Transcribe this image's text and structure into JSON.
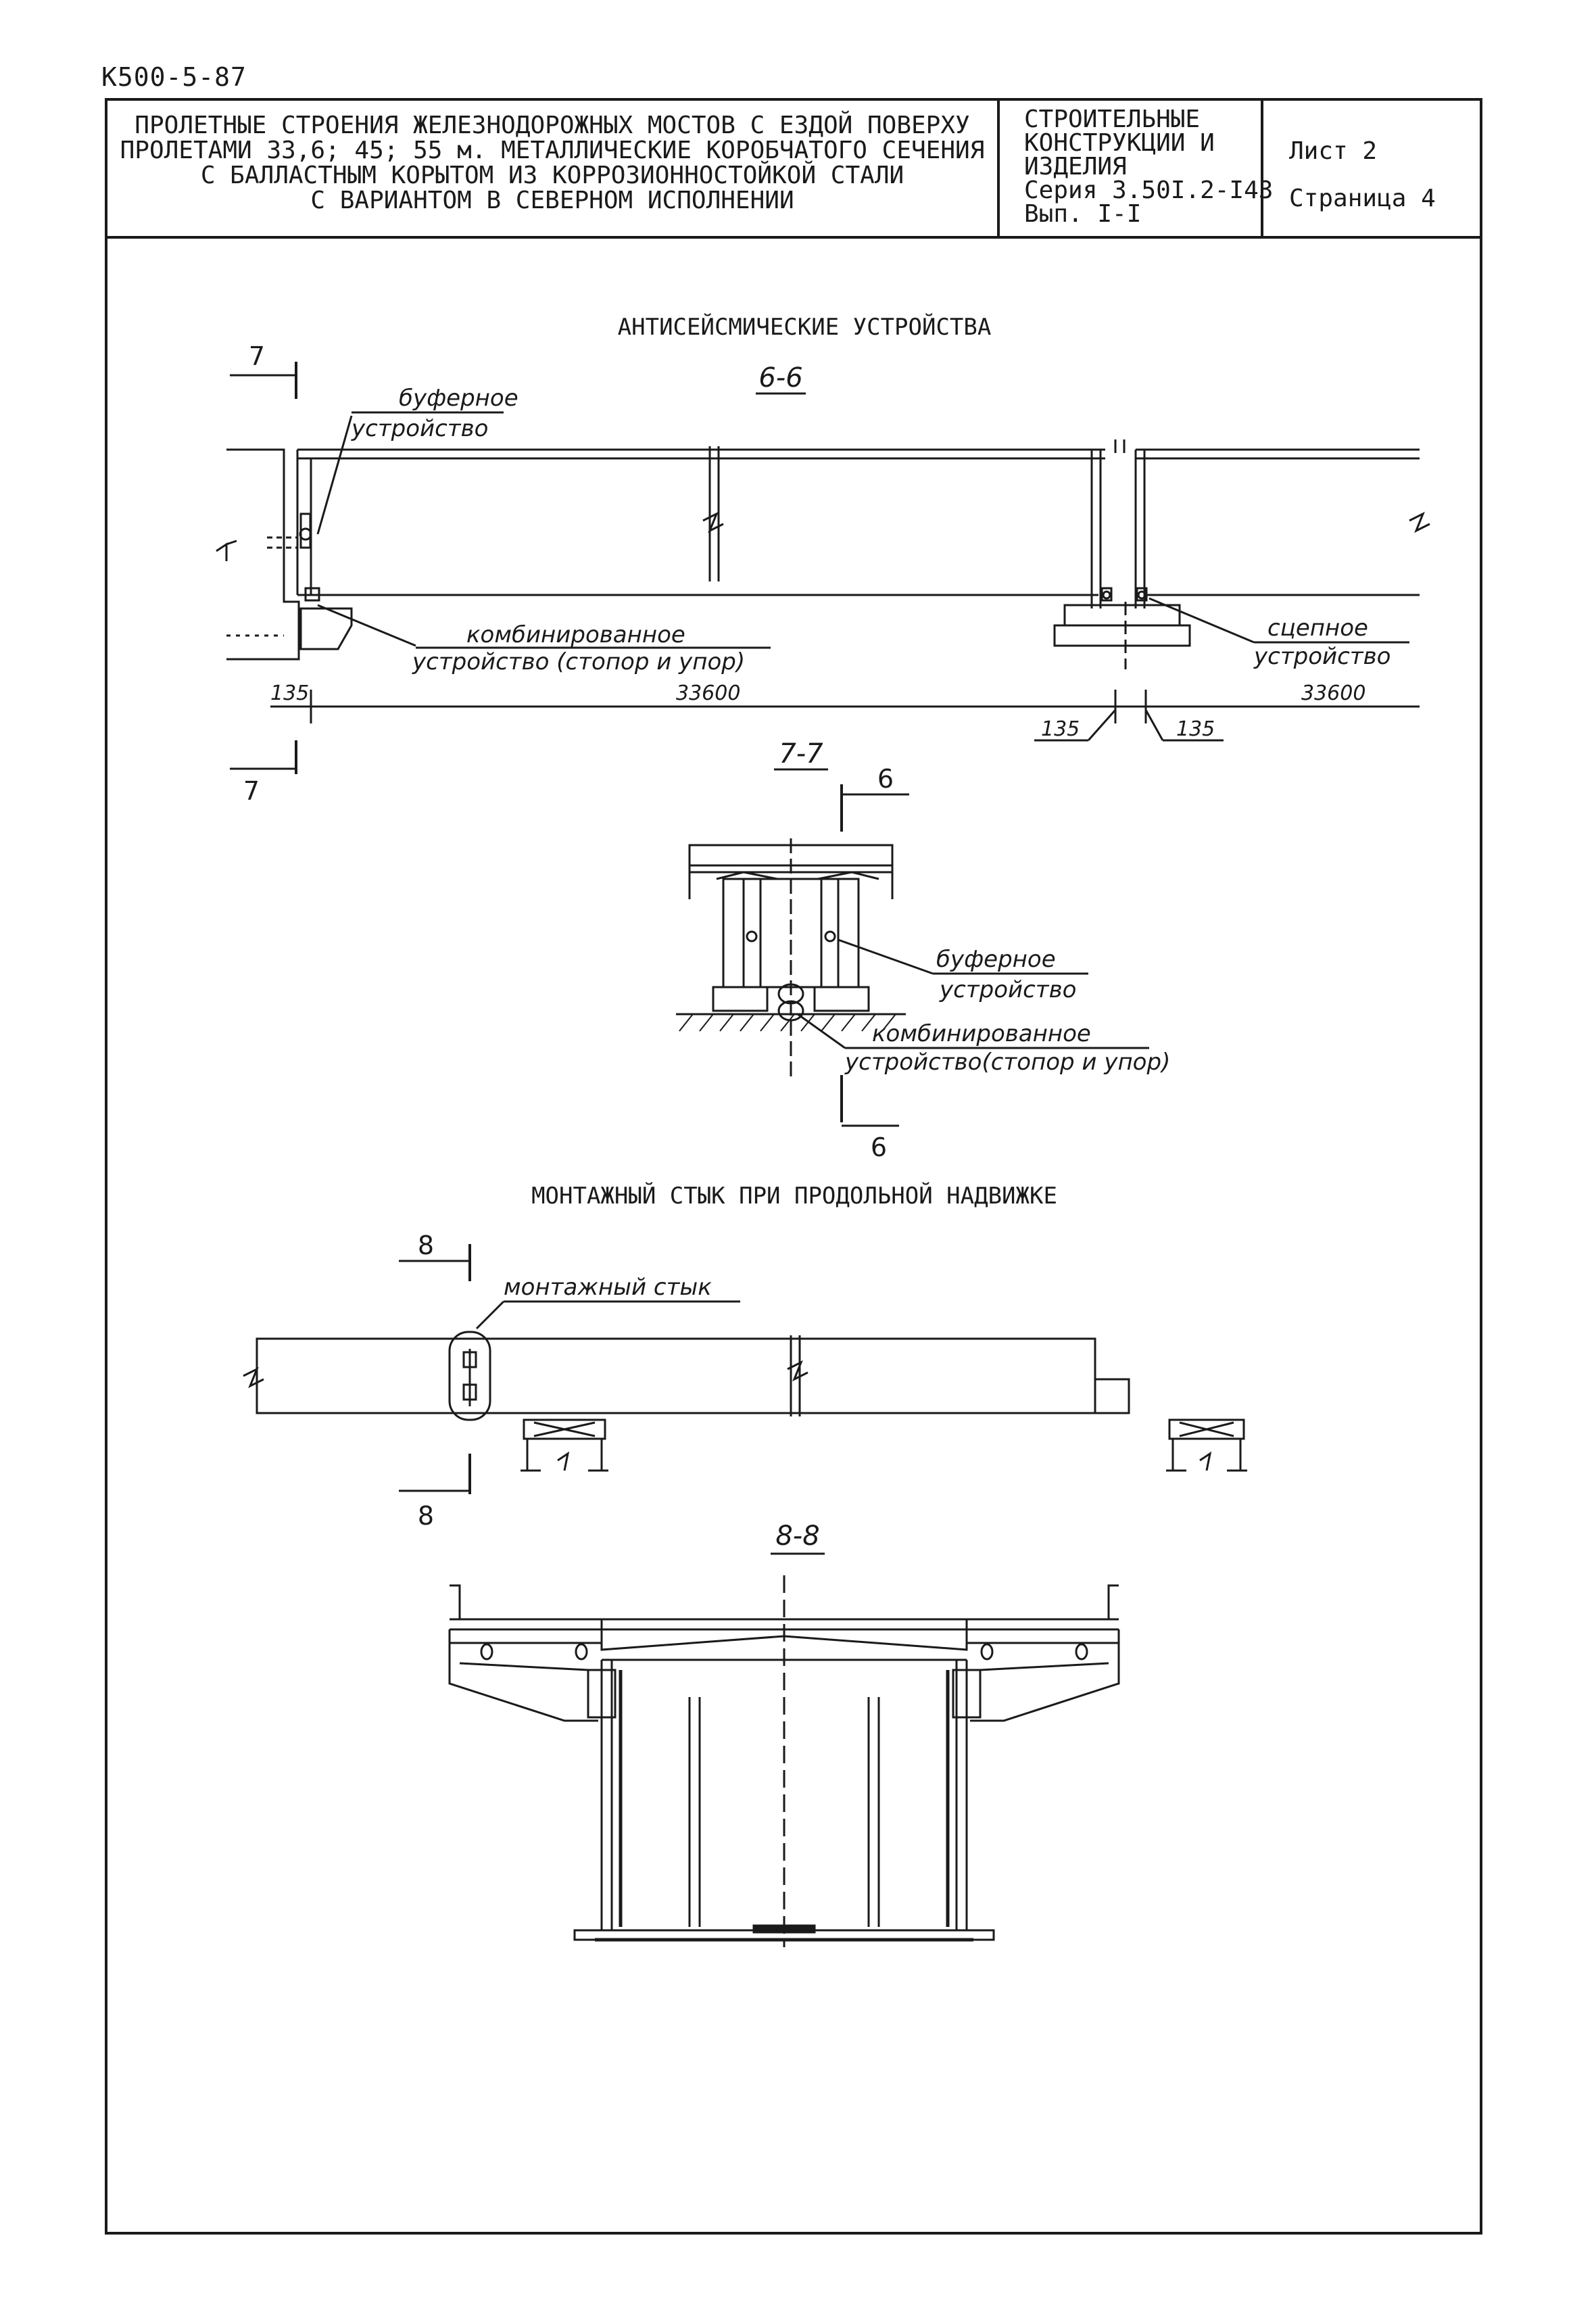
{
  "document_code": "К500-5-87",
  "title_block": {
    "title_lines": [
      "ПРОЛЕТНЫЕ СТРОЕНИЯ ЖЕЛЕЗНОДОРОЖНЫХ МОСТОВ С ЕЗДОЙ ПОВЕРХУ",
      "ПРОЛЕТАМИ 33,6; 45; 55 м. МЕТАЛЛИЧЕСКИЕ КОРОБЧАТОГО СЕЧЕНИЯ",
      "С БАЛЛАСТНЫМ КОРЫТОМ ИЗ КОРРОЗИОННОСТОЙКОЙ СТАЛИ",
      "С ВАРИАНТОМ В СЕВЕРНОМ ИСПОЛНЕНИИ"
    ],
    "category_lines": [
      "СТРОИТЕЛЬНЫЕ",
      "КОНСТРУКЦИИ И",
      "ИЗДЕЛИЯ",
      "Серия 3.50I.2-I43",
      "Вып. I-I"
    ],
    "sheet": "Лист 2",
    "page": "Страница 4"
  },
  "drawing": {
    "heading_antiseismic": "АНТИСЕЙСМИЧЕСКИЕ УСТРОЙСТВА",
    "section_66": "6-6",
    "section_77": "7-7",
    "section_88": "8-8",
    "mark_7": "7",
    "mark_6": "6",
    "mark_8": "8",
    "label_buffer_1": "буферное",
    "label_buffer_2": "устройство",
    "label_combined_1": "комбинированное",
    "label_combined_2": "устройство (стопор и упор)",
    "label_combined_2b": "устройство(стопор и упор)",
    "label_coupling_1": "сцепное",
    "label_coupling_2": "устройство",
    "dim_135": "135",
    "dim_33600": "33600",
    "heading_joint": "МОНТАЖНЫЙ СТЫК ПРИ ПРОДОЛЬНОЙ НАДВИЖКЕ",
    "label_joint": "монтажный стык"
  }
}
